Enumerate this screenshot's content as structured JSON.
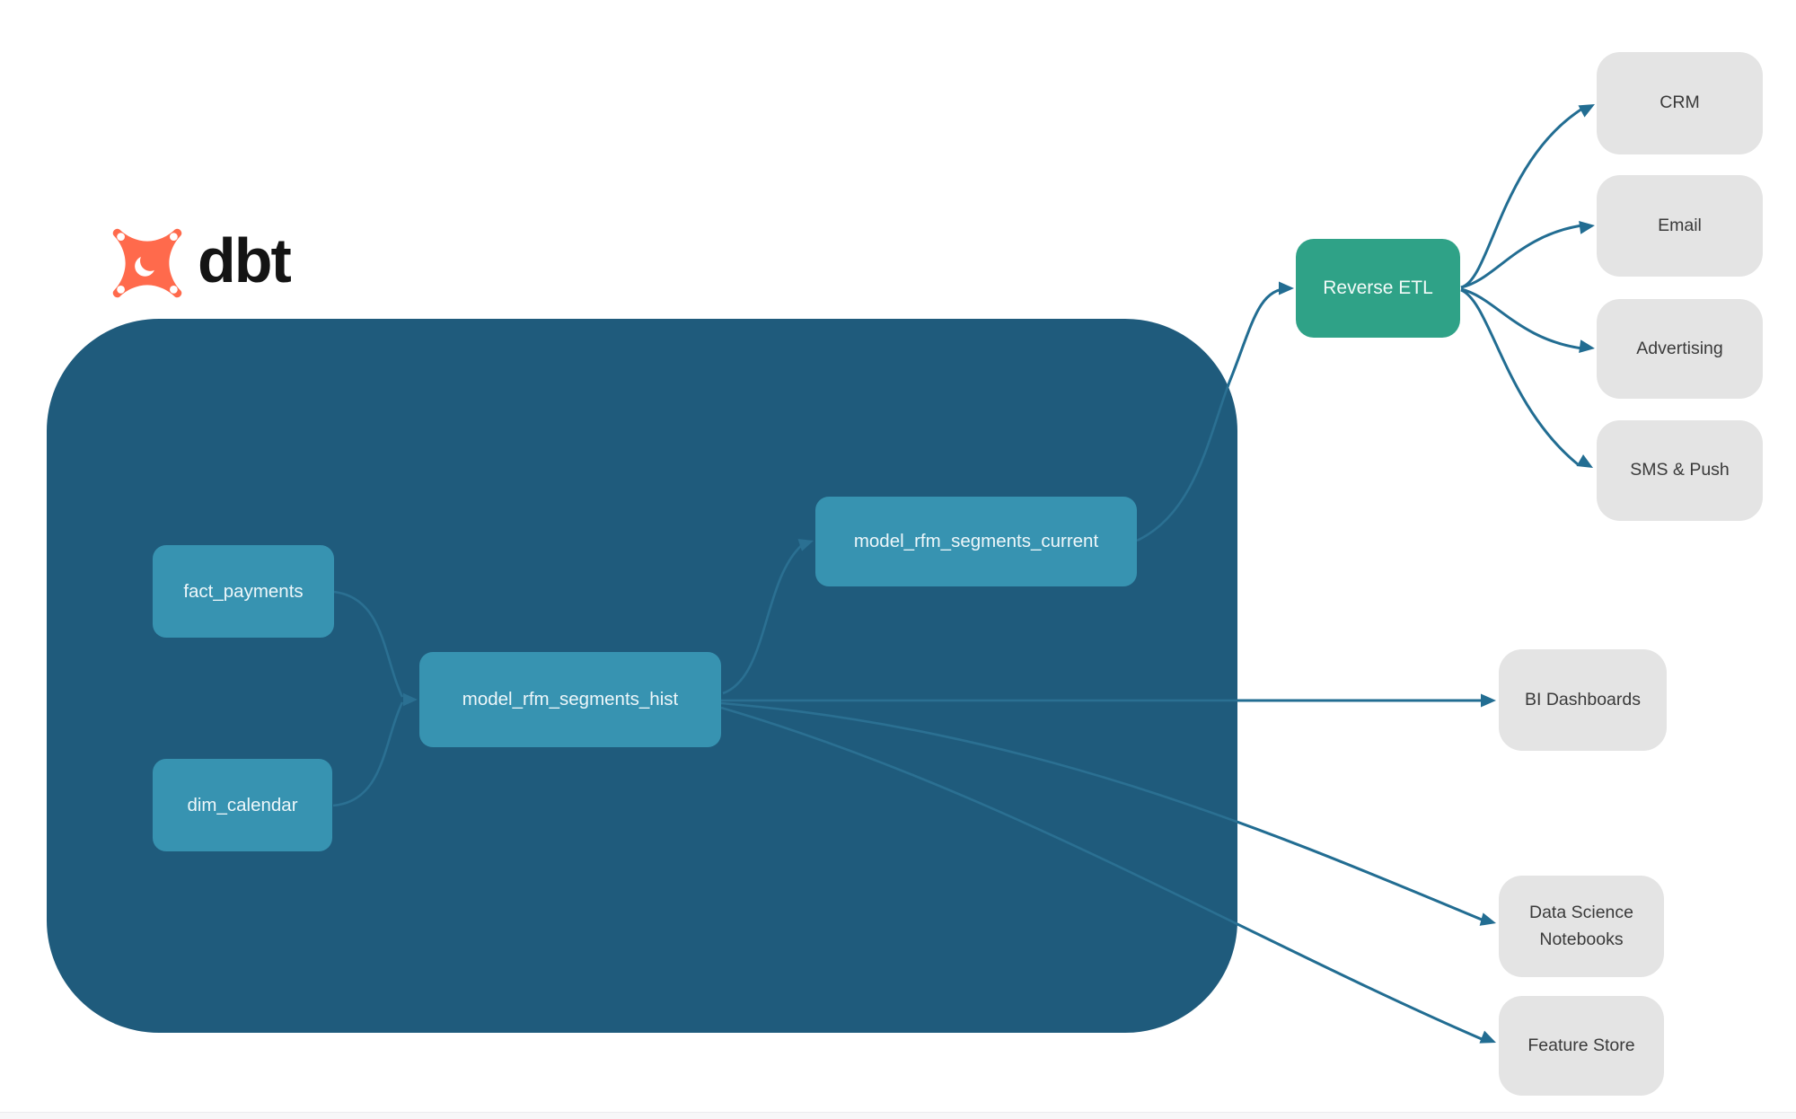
{
  "brand": {
    "name": "dbt"
  },
  "colors": {
    "brand_orange": "#ff6a4c",
    "warehouse_bg": "#1f5b7c",
    "model_node": "#3793b1",
    "reverse_etl_node": "#2fa287",
    "destination_node": "#e4e4e4",
    "connector_outside": "#226d92",
    "connector_inside": "#2b7092",
    "node_text": "#eef7fa",
    "destination_text": "#3a3a3a"
  },
  "warehouse": {
    "nodes": {
      "fact_payments": {
        "label": "fact_payments"
      },
      "dim_calendar": {
        "label": "dim_calendar"
      },
      "model_rfm_segments_hist": {
        "label": "model_rfm_segments_hist"
      },
      "model_rfm_segments_current": {
        "label": "model_rfm_segments_current"
      }
    }
  },
  "activation": {
    "reverse_etl": {
      "label": "Reverse ETL"
    }
  },
  "destinations": {
    "crm": {
      "label": "CRM"
    },
    "email": {
      "label": "Email"
    },
    "advertising": {
      "label": "Advertising"
    },
    "sms_push": {
      "label": "SMS & Push"
    }
  },
  "outputs": {
    "bi_dashboards": {
      "label": "BI Dashboards"
    },
    "data_science_notebooks": {
      "label": "Data Science Notebooks"
    },
    "feature_store": {
      "label": "Feature Store"
    }
  },
  "edges": [
    {
      "from": "fact_payments",
      "to": "model_rfm_segments_hist"
    },
    {
      "from": "dim_calendar",
      "to": "model_rfm_segments_hist"
    },
    {
      "from": "model_rfm_segments_hist",
      "to": "model_rfm_segments_current"
    },
    {
      "from": "model_rfm_segments_current",
      "to": "reverse_etl"
    },
    {
      "from": "reverse_etl",
      "to": "crm"
    },
    {
      "from": "reverse_etl",
      "to": "email"
    },
    {
      "from": "reverse_etl",
      "to": "advertising"
    },
    {
      "from": "reverse_etl",
      "to": "sms_push"
    },
    {
      "from": "model_rfm_segments_hist",
      "to": "bi_dashboards"
    },
    {
      "from": "model_rfm_segments_hist",
      "to": "data_science_notebooks"
    },
    {
      "from": "model_rfm_segments_hist",
      "to": "feature_store"
    }
  ]
}
